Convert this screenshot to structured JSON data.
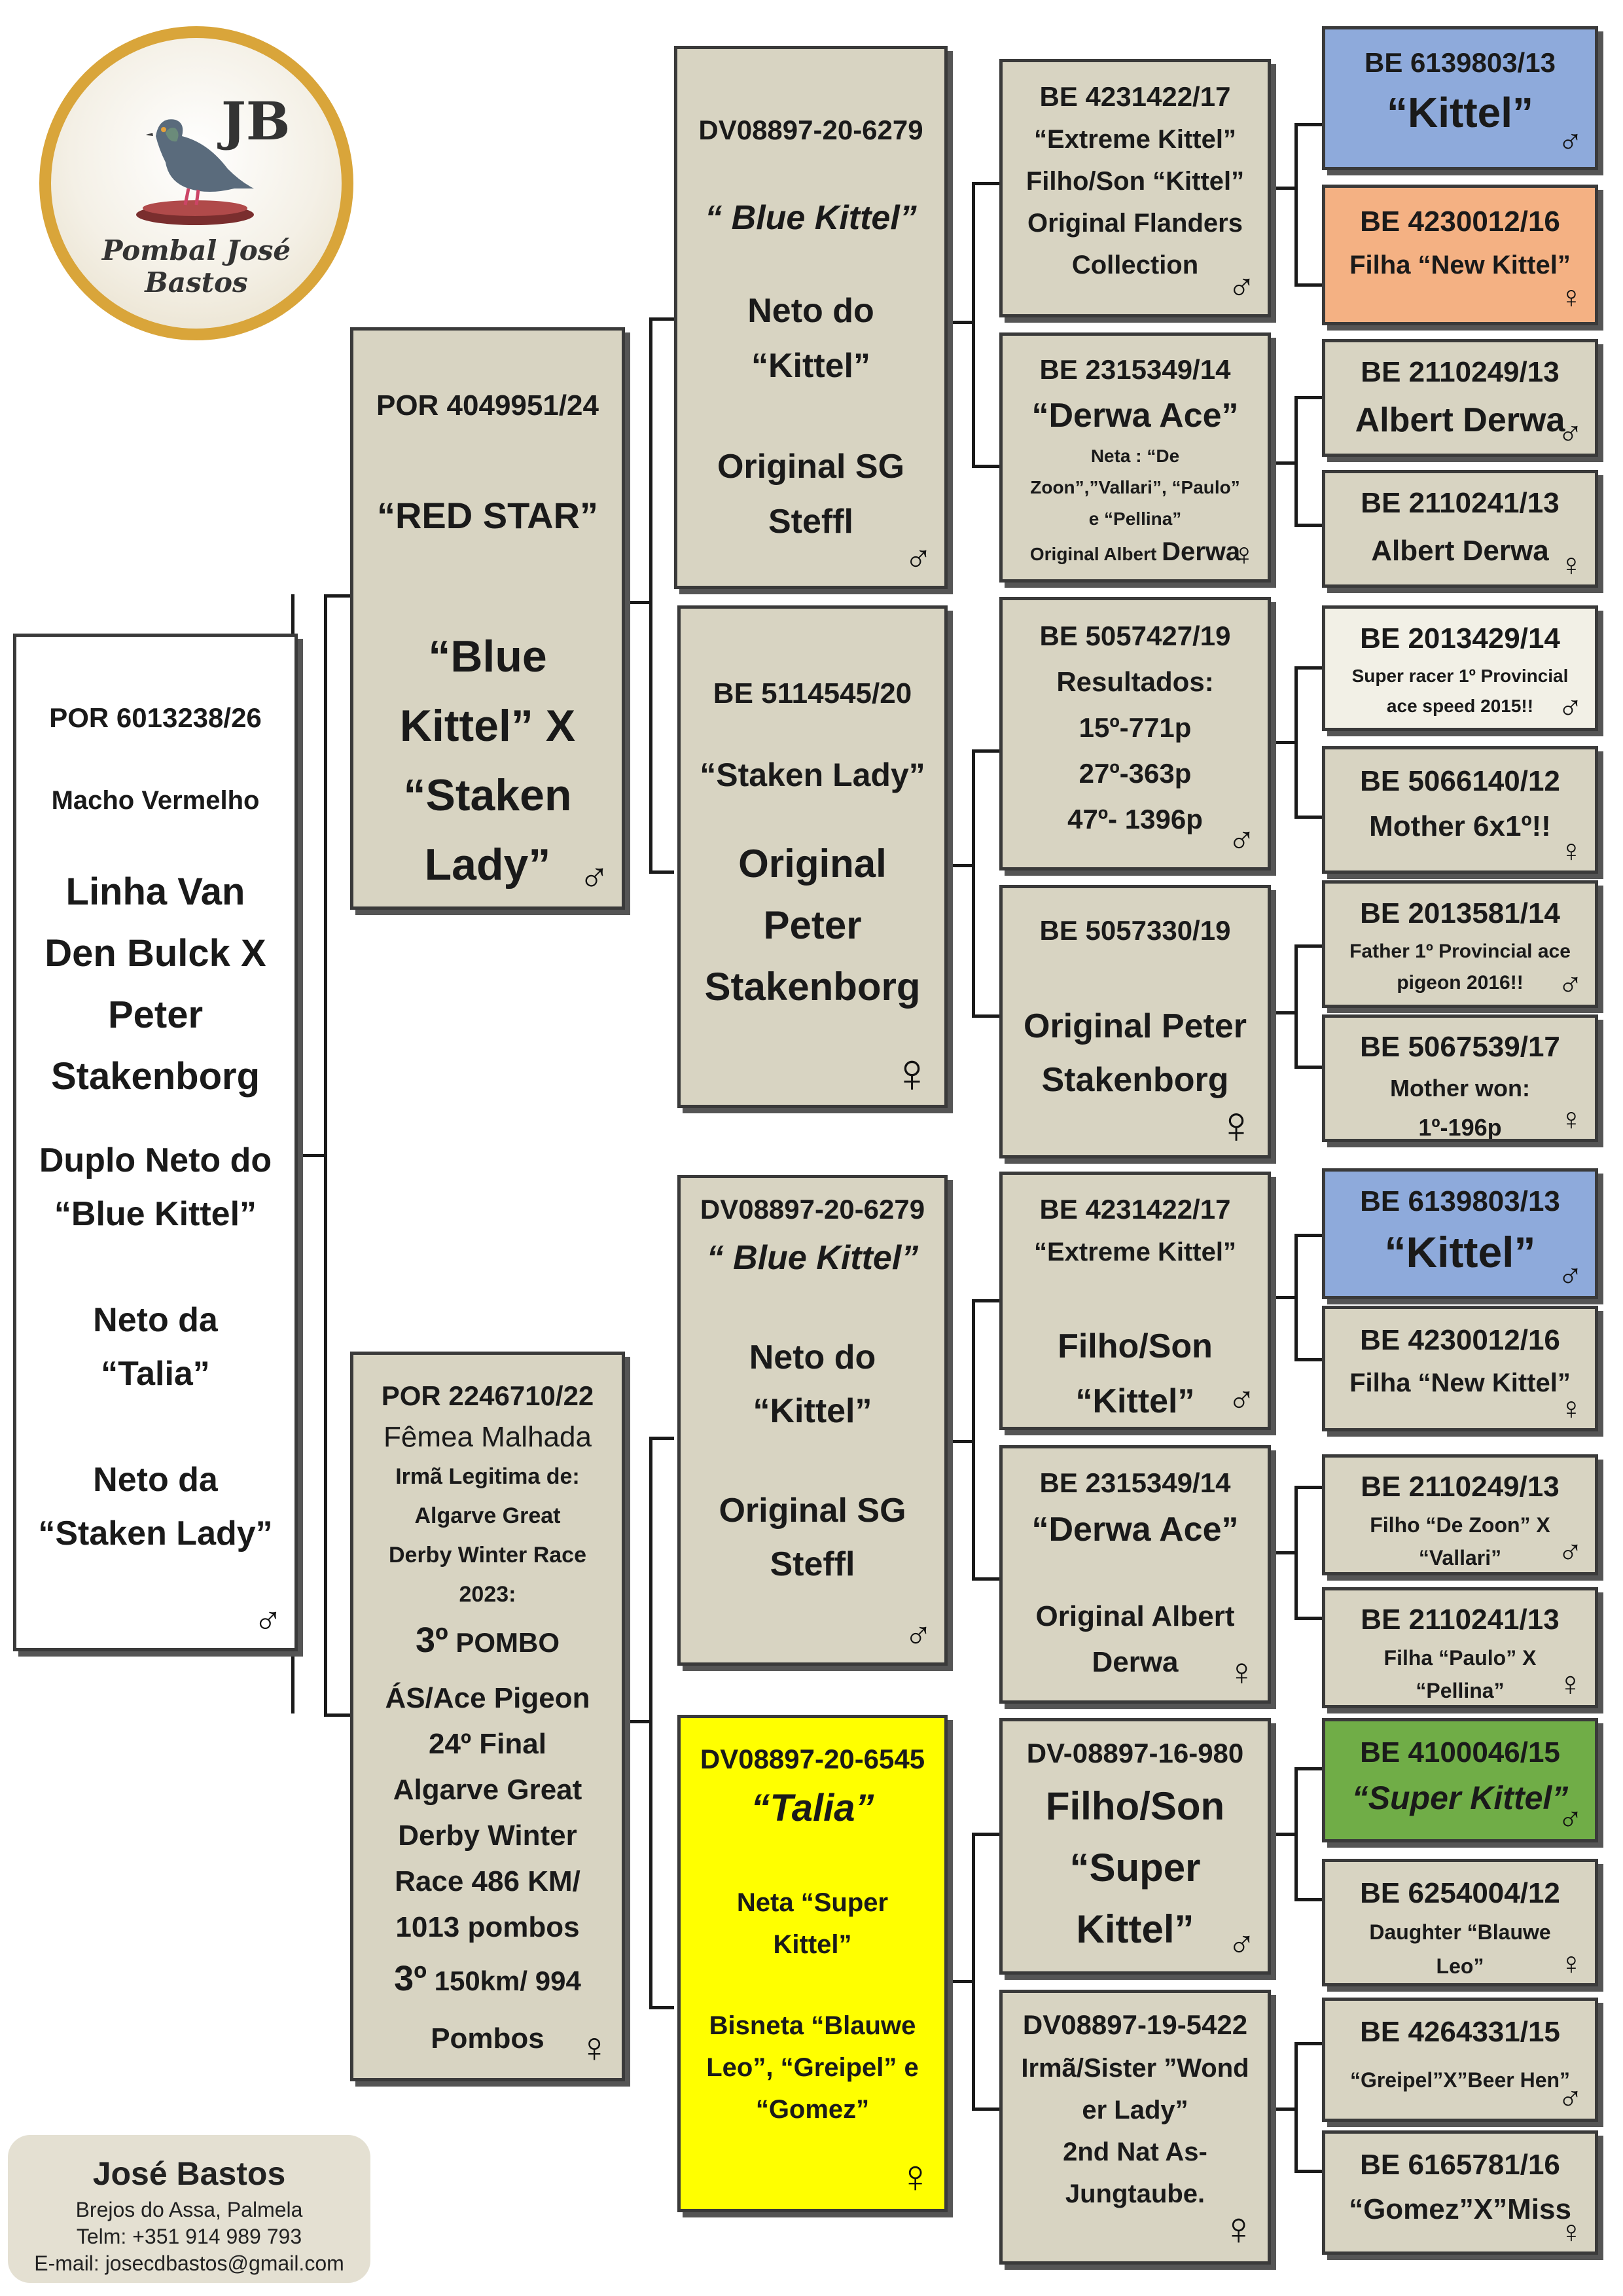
{
  "logo": {
    "initials": "JB",
    "name": "Pombal José Bastos"
  },
  "contact": {
    "name": "José Bastos",
    "address": "Brejos do Assa, Palmela",
    "phone": "Telm: +351 914 989 793",
    "email": "E-mail: josecdbastos@gmail.com"
  },
  "symbols": {
    "male": "♂",
    "female": "♀"
  },
  "colors": {
    "box": "#d8d4c2",
    "blue": "#8eaadb",
    "orange": "#f4b183",
    "green": "#70ad47",
    "yellow": "#ffff00"
  },
  "subject": {
    "ring": "POR 6013238/26",
    "color": "Macho Vermelho",
    "line1": "Linha Van",
    "line2": "Den Bulck X",
    "line3": "Peter",
    "line4": "Stakenborg",
    "note1a": "Duplo Neto do",
    "note1b": "“Blue Kittel”",
    "note2a": "Neto da",
    "note2b": "“Talia”",
    "note3a": "Neto da",
    "note3b": "“Staken Lady”"
  },
  "sire": {
    "ring": "POR 4049951/24",
    "name": "“RED STAR”",
    "l1": "“Blue",
    "l2": "Kittel” X",
    "l3": "“Staken",
    "l4": "Lady”"
  },
  "dam": {
    "ring": "POR 2246710/22",
    "color": "Fêmea Malhada",
    "l1": "Irmã Legitima de:",
    "l2": "Algarve Great",
    "l3": "Derby Winter Race",
    "l4": "2023:",
    "l5a": "3º",
    "l5b": " POMBO",
    "l6": "ÁS/Ace Pigeon",
    "l7": "24º Final",
    "l8": "Algarve Great",
    "l9": "Derby Winter",
    "l10": "Race 486 KM/",
    "l11": "1013 pombos",
    "l12a": "3º",
    "l12b": " 150km/ 994",
    "l13": "Pombos"
  },
  "gp": [
    {
      "ring": "DV08897-20-6279",
      "name": "“ Blue Kittel”",
      "l1": "Neto do",
      "l2": "“Kittel”",
      "l3": "Original SG",
      "l4": "Steffl"
    },
    {
      "ring": "BE 5114545/20",
      "name": "“Staken Lady”",
      "l1": "Original",
      "l2": "Peter",
      "l3": "Stakenborg"
    },
    {
      "ring": "DV08897-20-6279",
      "name": "“ Blue Kittel”",
      "l1": "Neto do",
      "l2": "“Kittel”",
      "l3": "Original SG",
      "l4": "Steffl"
    },
    {
      "ring": "DV08897-20-6545",
      "name": "“Talia”",
      "l1": "Neta “Super",
      "l2": "Kittel”",
      "l3": "Bisneta “Blauwe",
      "l4": "Leo”, “Greipel” e",
      "l5": "“Gomez”"
    }
  ],
  "ggp": [
    {
      "ring": "BE 4231422/17",
      "l1": "“Extreme Kittel”",
      "l2": "Filho/Son “Kittel”",
      "l3": "Original Flanders",
      "l4": "Collection"
    },
    {
      "ring": "BE 2315349/14",
      "name": "“Derwa Ace”",
      "l1": "Neta : “De",
      "l2": "Zoon”,”Vallari”, “Paulo”",
      "l3": "e “Pellina”",
      "l4": "Original Albert ",
      "l4b": "Derwa"
    },
    {
      "ring": "BE 5057427/19",
      "l1": "Resultados:",
      "l2": "15º-771p",
      "l3": "27º-363p",
      "l4": "47º- 1396p"
    },
    {
      "ring": "BE 5057330/19",
      "l1": "Original Peter",
      "l2": "Stakenborg"
    },
    {
      "ring": "BE 4231422/17",
      "l1": "“Extreme Kittel”",
      "l2": "Filho/Son",
      "l3": "“Kittel”"
    },
    {
      "ring": "BE 2315349/14",
      "name": "“Derwa Ace”",
      "l1": "Original Albert",
      "l2": "Derwa"
    },
    {
      "ring": "DV-08897-16-980",
      "l1": "Filho/Son",
      "l2": "“Super",
      "l3": "Kittel”"
    },
    {
      "ring": "DV08897-19-5422",
      "l1": "Irmã/Sister ”Wond",
      "l2": "er Lady”",
      "l3": "2nd Nat As-",
      "l4": "Jungtaube."
    }
  ],
  "gggp": [
    {
      "ring": "BE 6139803/13",
      "l1": "“Kittel”"
    },
    {
      "ring": "BE 4230012/16",
      "l1": "Filha “New Kittel”"
    },
    {
      "ring": "BE 2110249/13",
      "l1": "Albert Derwa"
    },
    {
      "ring": "BE 2110241/13",
      "l1": "Albert Derwa"
    },
    {
      "ring": "BE 2013429/14",
      "l1": "Super racer 1º Provincial",
      "l2": "ace speed 2015!!"
    },
    {
      "ring": "BE 5066140/12",
      "l1": "Mother 6x1º!!"
    },
    {
      "ring": "BE 2013581/14",
      "l1": "Father 1º Provincial ace",
      "l2": "pigeon 2016!!"
    },
    {
      "ring": "BE 5067539/17",
      "l1": "Mother won:",
      "l2": "1º-196p"
    },
    {
      "ring": "BE 6139803/13",
      "l1": "“Kittel”"
    },
    {
      "ring": "BE 4230012/16",
      "l1": "Filha “New Kittel”"
    },
    {
      "ring": "BE 2110249/13",
      "l1": "Filho “De Zoon” X",
      "l2": "“Vallari”"
    },
    {
      "ring": "BE 2110241/13",
      "l1": "Filha “Paulo” X",
      "l2": "“Pellina”"
    },
    {
      "ring": "BE 4100046/15",
      "l1": "“Super Kittel”"
    },
    {
      "ring": "BE 6254004/12",
      "l1": "Daughter “Blauwe",
      "l2": "Leo”"
    },
    {
      "ring": "BE 4264331/15",
      "l1": "“Greipel”X”Beer Hen”"
    },
    {
      "ring": "BE 6165781/16",
      "l1": "“Gomez”X”Miss"
    }
  ]
}
